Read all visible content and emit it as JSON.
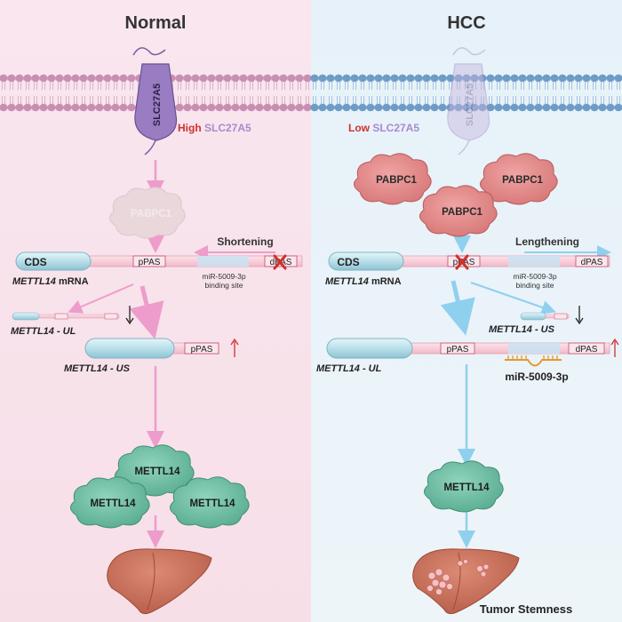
{
  "panels": {
    "left": {
      "title": "Normal",
      "transporter": "SLC27A5",
      "level_word": "High",
      "level_gene": " SLC27A5",
      "pabpc": "PABPC1",
      "direction_label": "Shortening",
      "cds": "CDS",
      "ppas": "pPAS",
      "dpas": "dPAS",
      "mirna_site_line1": "miR-5009-3p",
      "mirna_site_line2": "binding site",
      "mrna_gene": "METTL14",
      "mrna_suffix": " mRNA",
      "short_isoform": "METTL14 - UL",
      "long_isoform": "METTL14 - US",
      "protein": "METTL14"
    },
    "right": {
      "title": "HCC",
      "transporter": "SLC27A5",
      "level_word": "Low",
      "level_gene": " SLC27A5",
      "pabpc": "PABPC1",
      "direction_label": "Lengthening",
      "cds": "CDS",
      "ppas": "pPAS",
      "dpas": "dPAS",
      "mirna_site_line1": "miR-5009-3p",
      "mirna_site_line2": "binding site",
      "mrna_gene": "METTL14",
      "mrna_suffix": " mRNA",
      "short_isoform": "METTL14 - US",
      "long_isoform": "METTL14 - UL",
      "mirna_bound": "miR-5009-3p",
      "protein": "METTL14",
      "outcome": "Tumor Stemness"
    }
  },
  "colors": {
    "normal_bg": "#f6e3ea",
    "hcc_bg": "#e5f1f8",
    "membrane_left": "#c98fb2",
    "membrane_right": "#6f9cc6",
    "transporter": "#8e6fb8",
    "pabpc": "#e08585",
    "protein": "#6fbfa5",
    "arrow_pink": "#ee9ccb",
    "arrow_blue": "#8fd0ee",
    "liver": "#c9705a",
    "up_arrow": "#d0312d"
  }
}
